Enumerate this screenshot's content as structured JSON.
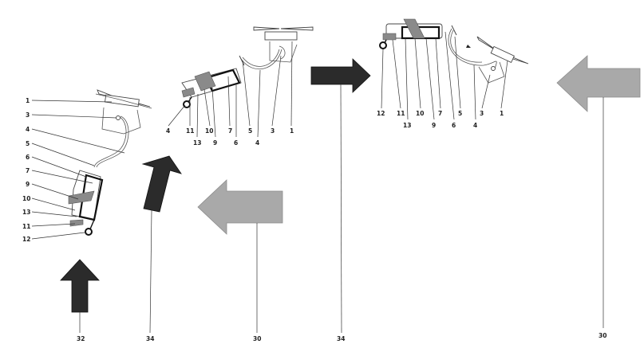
{
  "labels": {
    "l1": "1",
    "l2": "3",
    "l3": "4",
    "l4": "5",
    "l5": "6",
    "l6": "7",
    "l7": "9",
    "l8": "10",
    "l9": "13",
    "l10": "11",
    "l11": "12",
    "m1": "4",
    "m2": "11",
    "m3": "10",
    "m4": "7",
    "m5": "5",
    "m6": "3",
    "m7": "1",
    "m8": "13",
    "m9": "9",
    "m10": "6",
    "m11": "4",
    "r1": "12",
    "r2": "11",
    "r3": "10",
    "r4": "7",
    "r5": "5",
    "r6": "3",
    "r7": "1",
    "r8": "13",
    "r9": "9",
    "r10": "6",
    "r11": "4",
    "a1": "32",
    "a2": "34",
    "a3": "30",
    "a4": "34",
    "a5": "30"
  },
  "colors": {
    "dark_arrow": "#2b2b2b",
    "grey_arrow": "#a9a9a9"
  }
}
